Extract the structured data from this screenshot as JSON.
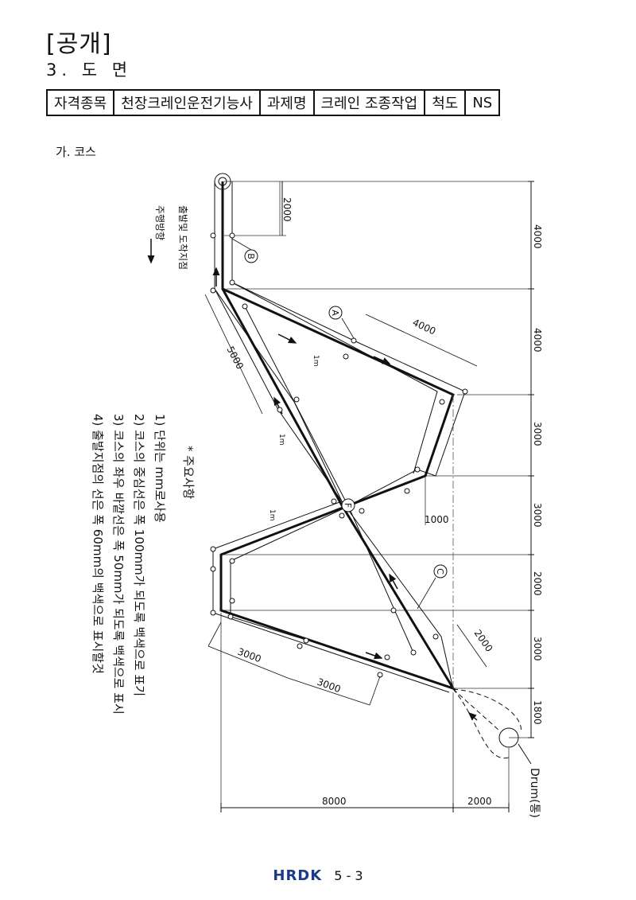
{
  "header": {
    "public_mark": "[공개]",
    "section": "3. 도 면"
  },
  "info_table": [
    "자격종목",
    "천장크레인운전기능사",
    "과제명",
    "크레인 조종작업",
    "척도",
    "NS"
  ],
  "section_label": "가. 코스",
  "points": {
    "A": "A",
    "B": "B",
    "C": "C",
    "F": "F"
  },
  "dims": {
    "d2000_top": "2000",
    "d4000_a": "4000",
    "d5000": "5000",
    "right_4000_1": "4000",
    "right_4000_2": "4000",
    "right_3000_1": "3000",
    "right_3000_2": "3000",
    "right_2000": "2000",
    "right_3000_3": "3000",
    "right_1800": "1800",
    "d1000": "1000",
    "d2000_c": "2000",
    "d3000_a": "3000",
    "d3000_b": "3000",
    "bottom_8000": "8000",
    "bottom_2000": "2000",
    "m1": "1m",
    "m2": "1m",
    "m3": "1m"
  },
  "labels": {
    "start_point": "출발및 도착지점",
    "direction": "주행방향",
    "drum": "Drum(통)"
  },
  "notes": {
    "heading": "* 주요사항",
    "items": [
      "1) 단위는 mm로사용",
      "2) 코스의 중심선은 폭 100mm가 되도록 백색으로 표기",
      "3) 코스의 좌우 바깥선은 폭 50mm가 되도록 백색으로 표시",
      "4) 출발지점의 선은 폭 60mm의 백색으로 표시할것"
    ]
  },
  "footer": {
    "logo": "HRDK",
    "page": "5 - 3"
  }
}
